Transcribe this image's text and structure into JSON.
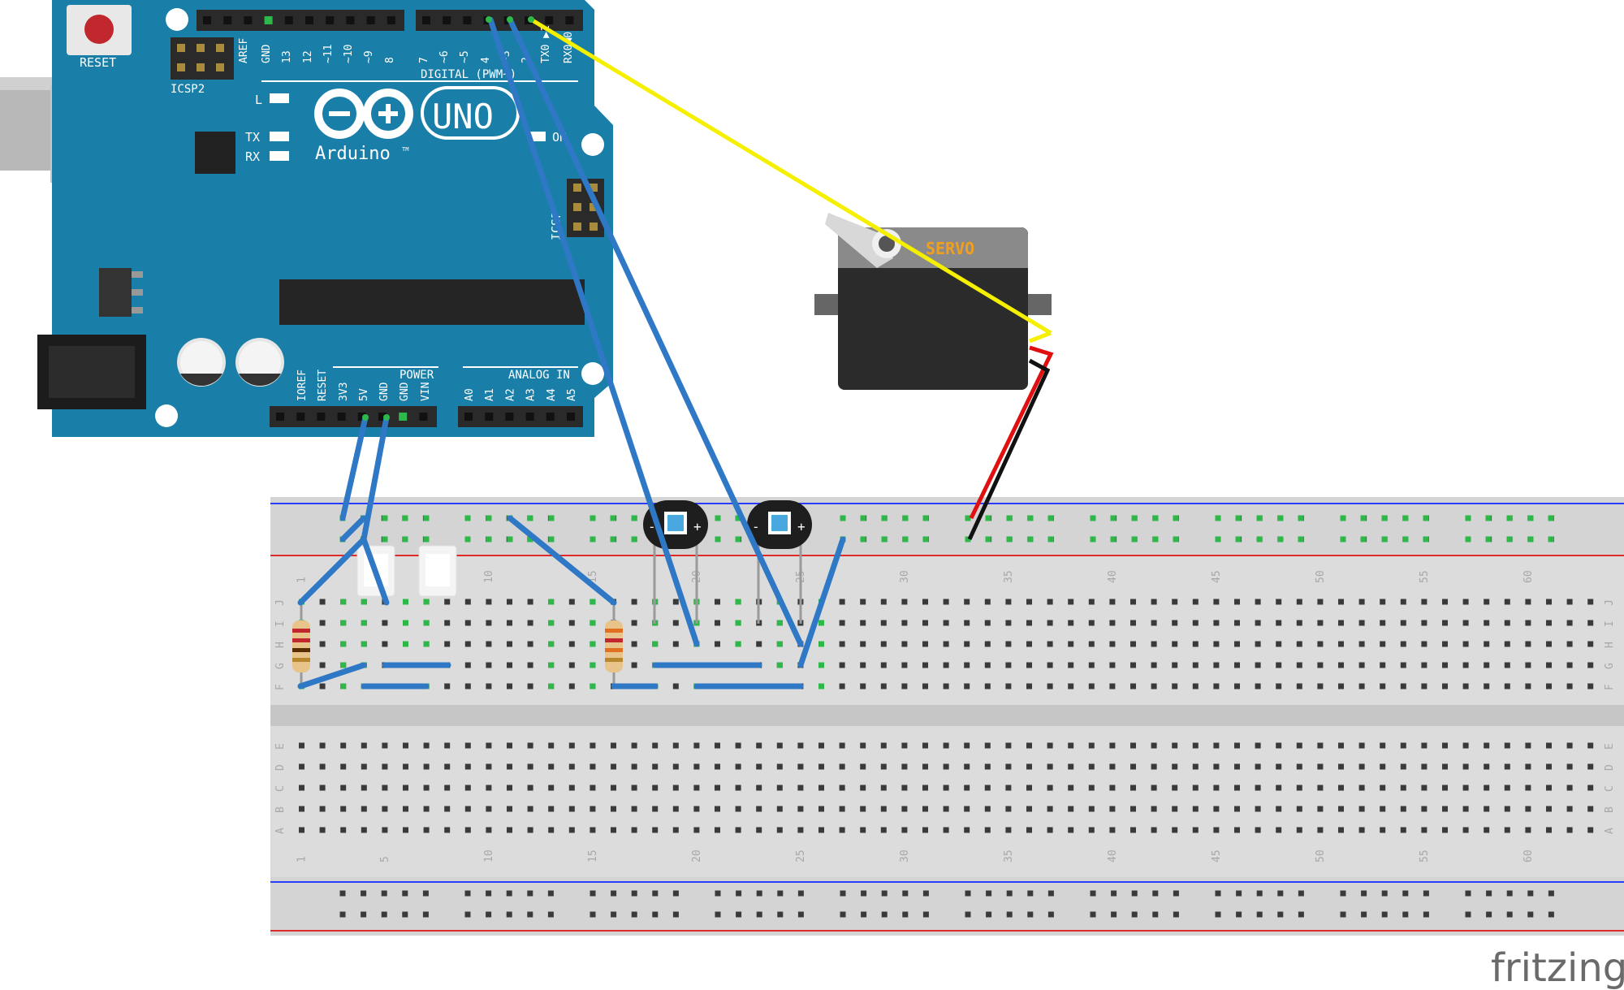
{
  "app": {
    "watermark": "fritzing"
  },
  "arduino": {
    "reset_label": "RESET",
    "icsp2_label": "ICSP2",
    "icsp_label": "ICSP",
    "logo_text": "Arduino",
    "tm": "TM",
    "model": "UNO",
    "led_l": "L",
    "led_tx": "TX",
    "led_rx": "RX",
    "led_on": "ON",
    "digital_header": "DIGITAL (PWM~)",
    "digital_pins": [
      "AREF",
      "GND",
      "13",
      "12",
      "~11",
      "~10",
      "~9",
      "8",
      "7",
      "~6",
      "~5",
      "4",
      "~3",
      "2",
      "TX0 ▶1",
      "RX0◀0"
    ],
    "power_header": "POWER",
    "power_pins": [
      "IOREF",
      "RESET",
      "3V3",
      "5V",
      "GND",
      "GND",
      "VIN"
    ],
    "analog_header": "ANALOG IN",
    "analog_pins": [
      "A0",
      "A1",
      "A2",
      "A3",
      "A4",
      "A5"
    ]
  },
  "servo": {
    "label": "SERVO"
  },
  "breadboard": {
    "col_numbers": [
      "1",
      "5",
      "10",
      "15",
      "20",
      "25",
      "30",
      "35",
      "40",
      "45",
      "50",
      "55",
      "60"
    ],
    "row_letters_top": [
      "J",
      "I",
      "H",
      "G",
      "F"
    ],
    "row_letters_bottom": [
      "E",
      "D",
      "C",
      "B",
      "A"
    ]
  },
  "sensors": [
    {
      "minus": "-",
      "plus": "+"
    },
    {
      "minus": "-",
      "plus": "+"
    }
  ],
  "colors": {
    "board": "#1a7fa8",
    "wire_blue": "#2f78c6",
    "wire_yellow": "#f5f000",
    "wire_red": "#e01010",
    "wire_black": "#111111",
    "servo_label": "#f0a020"
  }
}
